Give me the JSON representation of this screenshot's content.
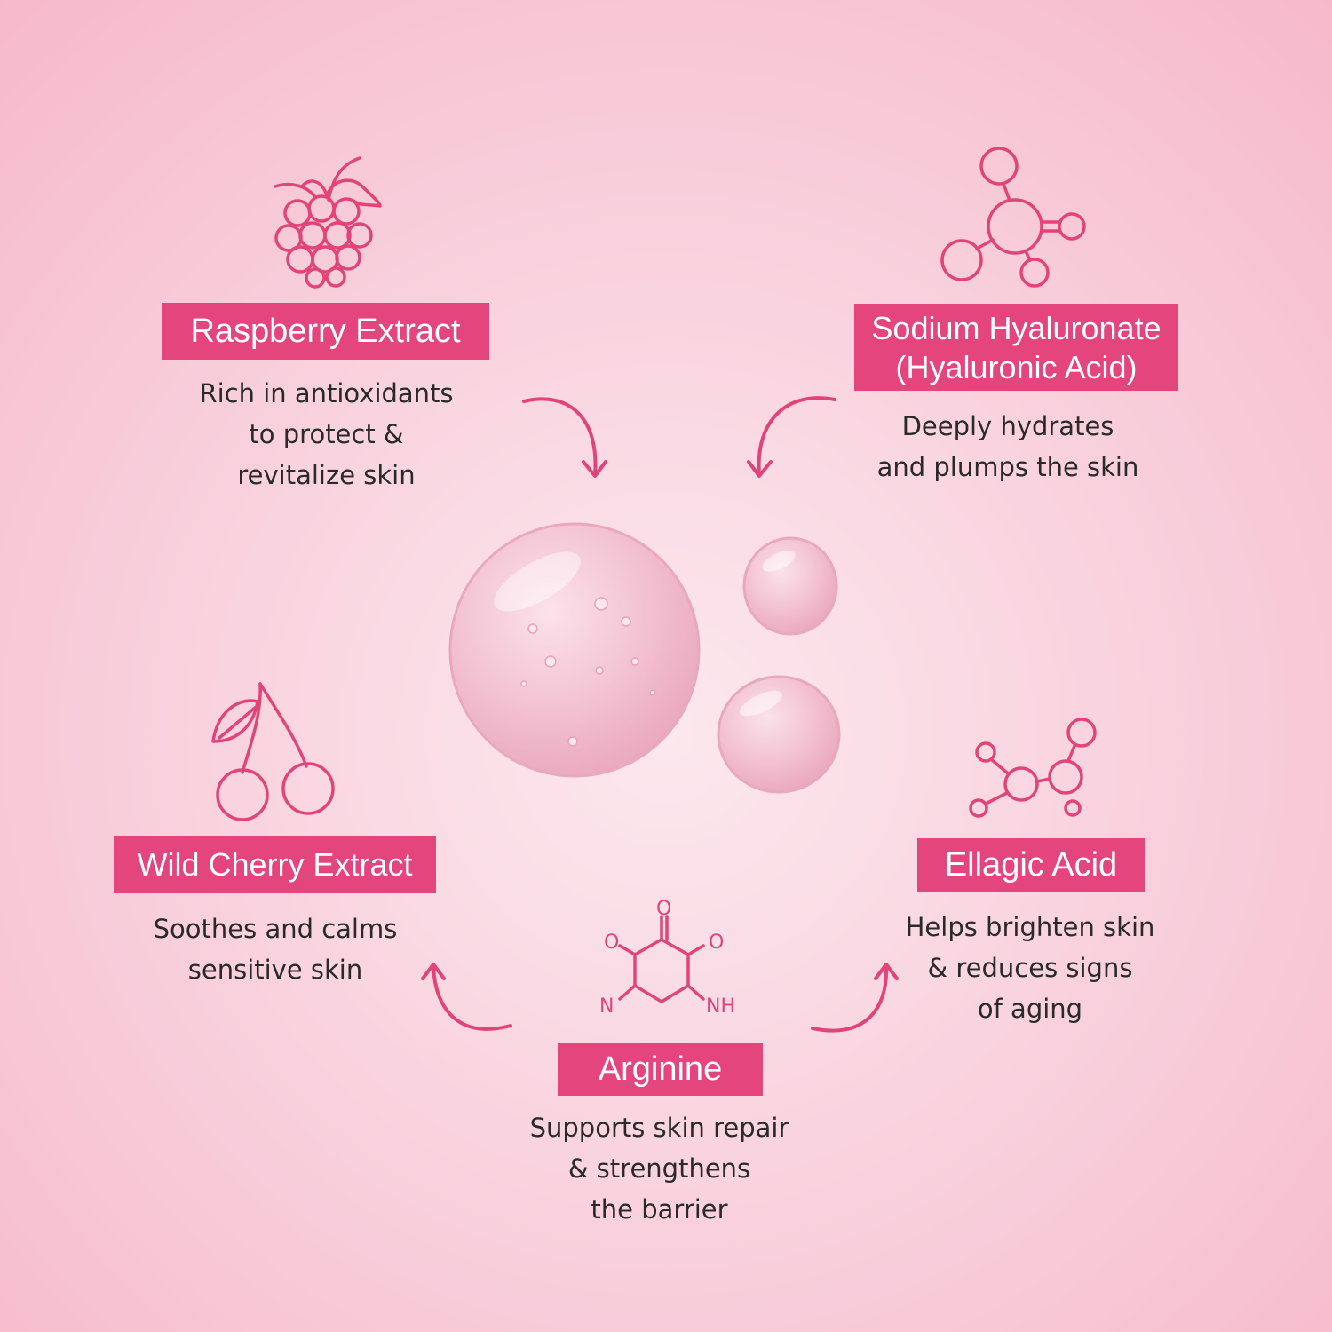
{
  "ingredients": {
    "raspberry": {
      "icon": "raspberry-icon",
      "title": "Raspberry Extract",
      "desc": [
        "Rich in antioxidants",
        "to protect &",
        "revitalize skin"
      ]
    },
    "hyaluronic": {
      "icon": "molecule-icon",
      "title_line1": "Sodium Hyaluronate",
      "title_line2": "(Hyaluronic Acid)",
      "desc": [
        "Deeply hydrates",
        "and plumps the skin"
      ]
    },
    "cherry": {
      "icon": "cherry-icon",
      "title": "Wild Cherry Extract",
      "desc": [
        "Soothes and calms",
        "sensitive skin"
      ]
    },
    "ellagic": {
      "icon": "molecule-icon",
      "title": "Ellagic Acid",
      "desc": [
        "Helps brighten skin",
        "& reduces signs",
        "of aging"
      ]
    },
    "arginine": {
      "icon": "chemical-structure-icon",
      "title": "Arginine",
      "desc": [
        "Supports skin repair",
        "& strengthens",
        "the barrier"
      ],
      "structure_labels": [
        "O",
        "O",
        "O",
        "N",
        "NH"
      ]
    }
  },
  "colors": {
    "accent": "#e5457d",
    "text": "#2a2a2a",
    "background": "#f9d3df"
  }
}
